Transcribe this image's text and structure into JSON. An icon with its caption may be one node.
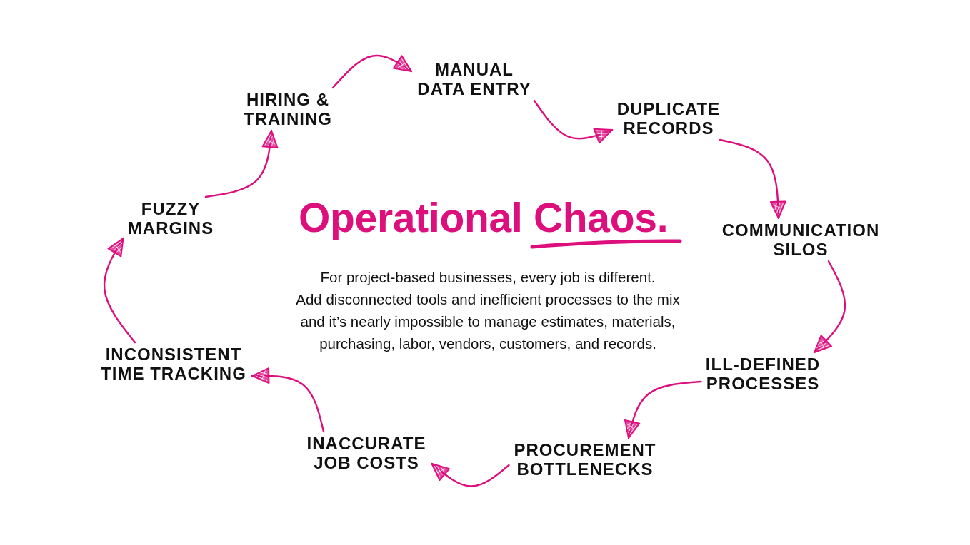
{
  "diagram": {
    "title": "Operational Chaos.",
    "nodes": [
      {
        "text": [
          "MANUAL DATA ENTRY"
        ]
      },
      {
        "text": [
          "DUPLICATE RECORDS"
        ]
      },
      {
        "text": [
          "COMMUNICATION SILOS"
        ]
      },
      {
        "text": [
          "ILL-DEFINED PROCESSES"
        ]
      },
      {
        "text": [
          "PROCUREMENT BOTTLENECKS"
        ]
      },
      {
        "text": [
          "INACCURATE JOB COSTS"
        ]
      },
      {
        "text": [
          "INCONSISTENT TIME TRACKING"
        ]
      },
      {
        "text": [
          "FUZZY MARGINS"
        ]
      },
      {
        "text": [
          "HIRING & TRAINING"
        ]
      }
    ],
    "edges": [
      {
        "from": 0,
        "to": 1,
        "arrow": "to"
      },
      {
        "from": 1,
        "to": 2,
        "arrow": "to"
      },
      {
        "from": 2,
        "to": 3,
        "arrow": "to"
      },
      {
        "from": 3,
        "to": 4,
        "arrow": "to"
      },
      {
        "from": 4,
        "to": 5,
        "arrow": "to"
      },
      {
        "from": 5,
        "to": 6,
        "arrow": "to"
      },
      {
        "from": 6,
        "to": 7,
        "arrow": "to"
      },
      {
        "from": 7,
        "to": 8,
        "arrow": "to"
      },
      {
        "from": 8,
        "to": 0,
        "arrow": "to"
      }
    ],
    "labels": [
      "For project-based businesses, every job is different.",
      "Add disconnected tools and inefficient processes to the mix and it’s nearly impossible to manage estimates, materials, purchasing, labor, vendors, customers, and records."
    ]
  }
}
